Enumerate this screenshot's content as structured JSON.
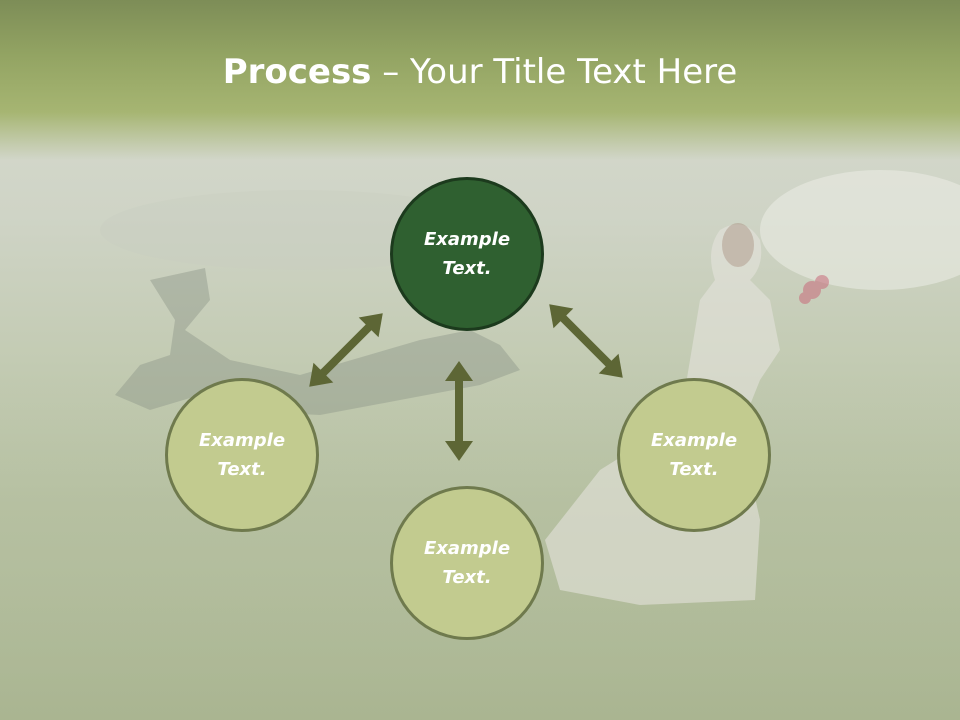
{
  "title": {
    "bold": "Process",
    "regular": " – Your Title Text Here"
  },
  "nodes": [
    {
      "line1": "Example",
      "line2": "Text."
    },
    {
      "line1": "Example",
      "line2": "Text."
    },
    {
      "line1": "Example",
      "line2": "Text."
    },
    {
      "line1": "Example",
      "line2": "Text."
    }
  ],
  "colors": {
    "header": "#93a463",
    "node_light_fill": "#c2cb8f",
    "node_dark_fill": "#2f6030",
    "arrow": "#5d6635"
  },
  "icons": [
    "double-arrow-diagonal-left",
    "double-arrow-vertical",
    "double-arrow-diagonal-right"
  ]
}
